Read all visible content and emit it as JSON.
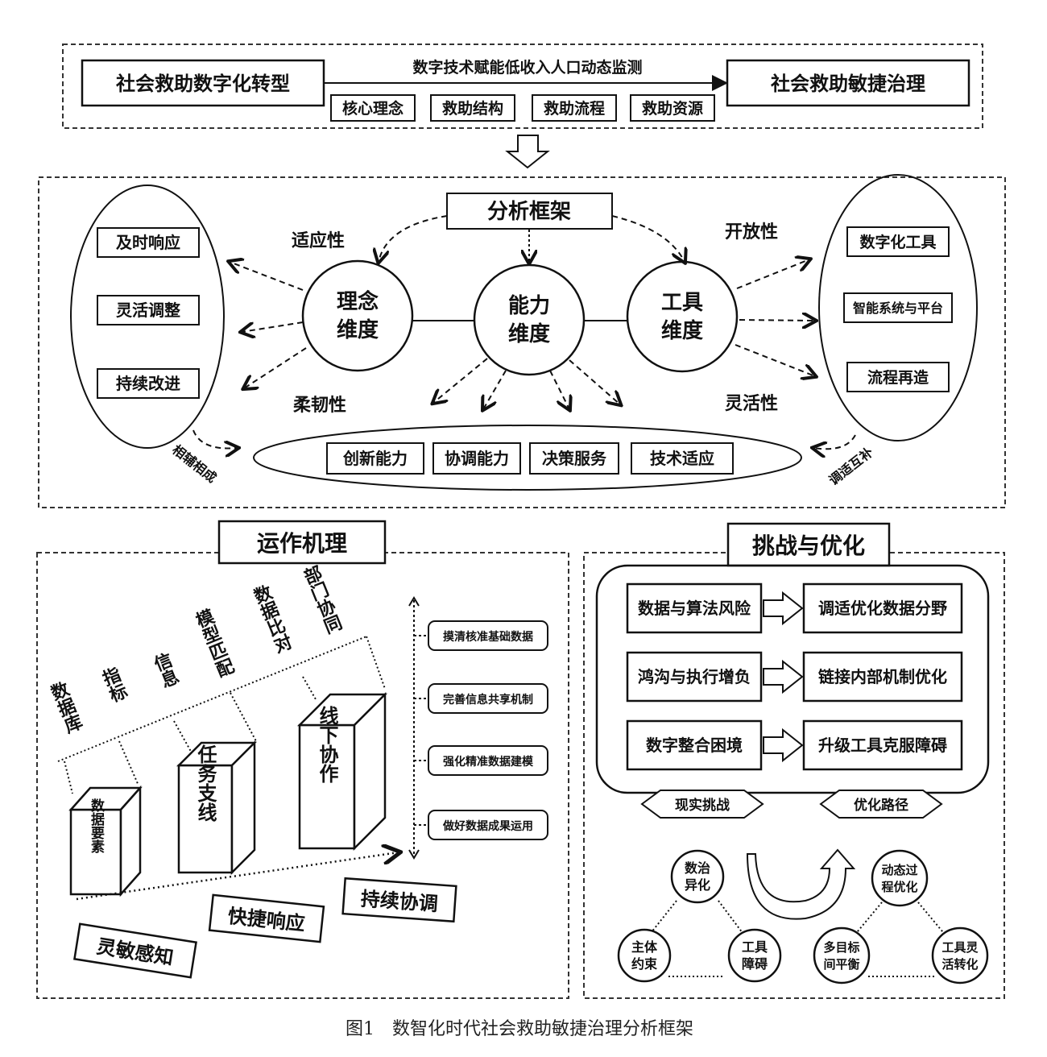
{
  "top": {
    "left_box": "社会救助数字化转型",
    "arrow_label": "数字技术赋能低收入人口动态监测",
    "right_box": "社会救助敏捷治理",
    "tags": [
      "核心理念",
      "救助结构",
      "救助流程",
      "救助资源"
    ]
  },
  "framework": {
    "title": "分析框架",
    "left_items": [
      "及时响应",
      "灵活调整",
      "持续改进"
    ],
    "right_items": [
      "数字化工具",
      "智能系统与平台",
      "流程再造"
    ],
    "circle_left": [
      "理念",
      "维度"
    ],
    "circle_center": [
      "能力",
      "维度"
    ],
    "circle_right": [
      "工具",
      "维度"
    ],
    "prop_top_left": "适应性",
    "prop_top_right": "开放性",
    "prop_bottom_left": "柔韧性",
    "prop_bottom_right": "灵活性",
    "bottom_items": [
      "创新能力",
      "协调能力",
      "决策服务",
      "技术适应"
    ],
    "left_curve_label": "相辅相成",
    "right_curve_label": "调适互补"
  },
  "mechanism": {
    "title": "运作机理",
    "diag_labels": [
      "数据库",
      "指标",
      "信息",
      "模型匹配",
      "数据比对",
      "部门协同"
    ],
    "blocks": [
      "数据要素",
      "任务支线",
      "线下协作"
    ],
    "steps": [
      "摸清核准基础数据",
      "完善信息共享机制",
      "强化精准数据建模",
      "做好数据成果运用"
    ],
    "stages": [
      "灵敏感知",
      "快捷响应",
      "持续协调"
    ]
  },
  "challenge": {
    "title": "挑战与优化",
    "rows": [
      {
        "challenge": "数据与算法风险",
        "solution": "调适优化数据分野"
      },
      {
        "challenge": "鸿沟与执行增负",
        "solution": "链接内部机制优化"
      },
      {
        "challenge": "数字整合困境",
        "solution": "升级工具克服障碍"
      }
    ],
    "reality_label": "现实挑战",
    "path_label": "优化路径",
    "left_triangle": {
      "top": [
        "数治",
        "异化"
      ],
      "left": [
        "主体",
        "约束"
      ],
      "right": [
        "工具",
        "障碍"
      ]
    },
    "right_triangle": {
      "top": [
        "动态过",
        "程优化"
      ],
      "left": [
        "多目标",
        "间平衡"
      ],
      "right": [
        "工具灵",
        "活转化"
      ]
    }
  },
  "caption": "图1　数智化时代社会救助敏捷治理分析框架"
}
